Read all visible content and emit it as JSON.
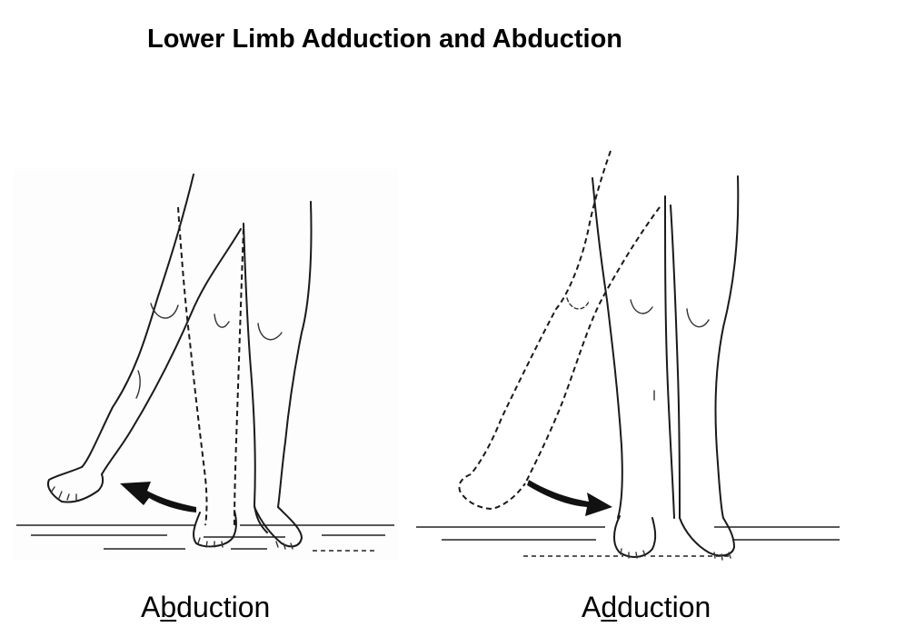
{
  "title": "Lower Limb Adduction and Abduction",
  "captions": [
    {
      "pre": "A",
      "underlined": "b",
      "post": "duction"
    },
    {
      "pre": "A",
      "underlined": "d",
      "post": "duction"
    }
  ]
}
